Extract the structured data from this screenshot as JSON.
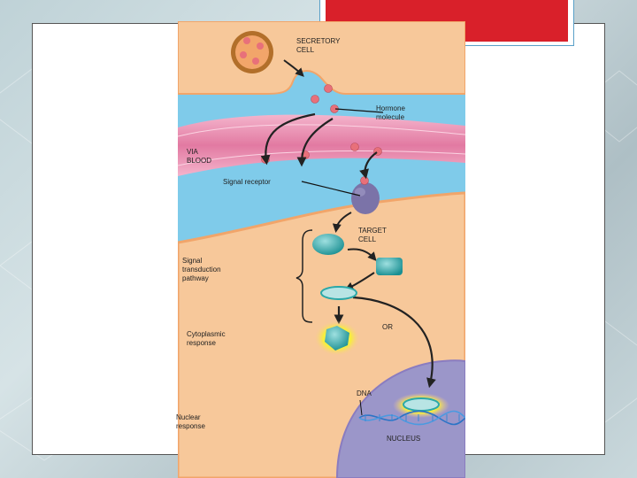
{
  "slide": {
    "title_bar_color": "#d9202a",
    "accent_border_color": "#5aa0c8"
  },
  "diagram": {
    "labels": {
      "secretory_cell": "SECRETORY\nCELL",
      "hormone_molecule": "Hormone\nmolecule",
      "via_blood": "VIA\nBLOOD",
      "signal_receptor": "Signal receptor",
      "target_cell": "TARGET\nCELL",
      "signal_transduction": "Signal\ntransduction\npathway",
      "or": "OR",
      "cytoplasmic_response": "Cytoplasmic\nresponse",
      "dna": "DNA",
      "nuclear_response": "Nuclear\nresponse",
      "nucleus": "NUCLEUS"
    },
    "colors": {
      "cytoplasm": "#f7c89a",
      "extracellular": "#7fcbea",
      "blood_vessel": "#e988ad",
      "nucleus": "#9b96c9",
      "receptor": "#7b73a8",
      "relay_protein": "#2aa8a8",
      "hormone": "#e8707a"
    }
  }
}
